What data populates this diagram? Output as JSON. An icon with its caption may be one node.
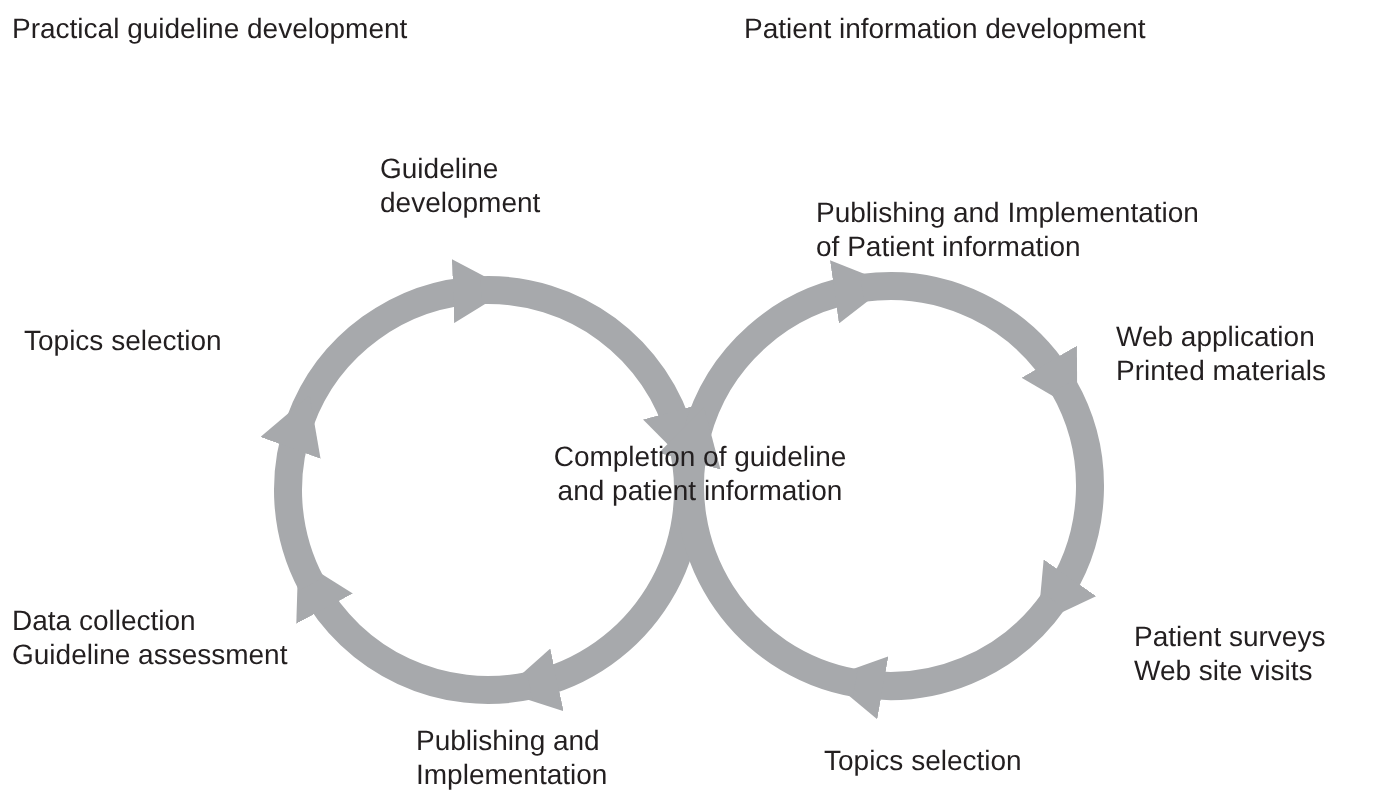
{
  "diagram": {
    "nodes": [
      {
        "text": [
          "Publishing and Implementation of Patient information"
        ]
      },
      {
        "text": [
          "Guideline development"
        ]
      },
      {
        "text": [
          "Topics selection"
        ]
      },
      {
        "text": [
          "Web application",
          "Printed materials"
        ]
      },
      {
        "text": [
          "Completion of guideline and patient information"
        ]
      },
      {
        "text": [
          "Data collection",
          "Guideline assessment"
        ]
      },
      {
        "text": [
          "Patient surveys",
          "Web site visits"
        ]
      },
      {
        "text": [
          "Publishing and Implementation"
        ]
      },
      {
        "text": [
          "Topics selection"
        ]
      }
    ],
    "edges": [
      {
        "from": 2,
        "to": 1,
        "arrow": "to"
      },
      {
        "from": 1,
        "to": 4,
        "arrow": "to"
      },
      {
        "from": 4,
        "to": 7,
        "arrow": "to"
      },
      {
        "from": 7,
        "to": 5,
        "arrow": "to"
      },
      {
        "from": 5,
        "to": 2,
        "arrow": "to"
      },
      {
        "from": 4,
        "to": 0,
        "arrow": "to"
      },
      {
        "from": 0,
        "to": 3,
        "arrow": "to"
      },
      {
        "from": 3,
        "to": 6,
        "arrow": "to"
      },
      {
        "from": 6,
        "to": 8,
        "arrow": "to"
      },
      {
        "from": 8,
        "to": 4,
        "arrow": "to"
      }
    ],
    "labels": [
      "Practical guideline development",
      "Patient information development"
    ]
  }
}
